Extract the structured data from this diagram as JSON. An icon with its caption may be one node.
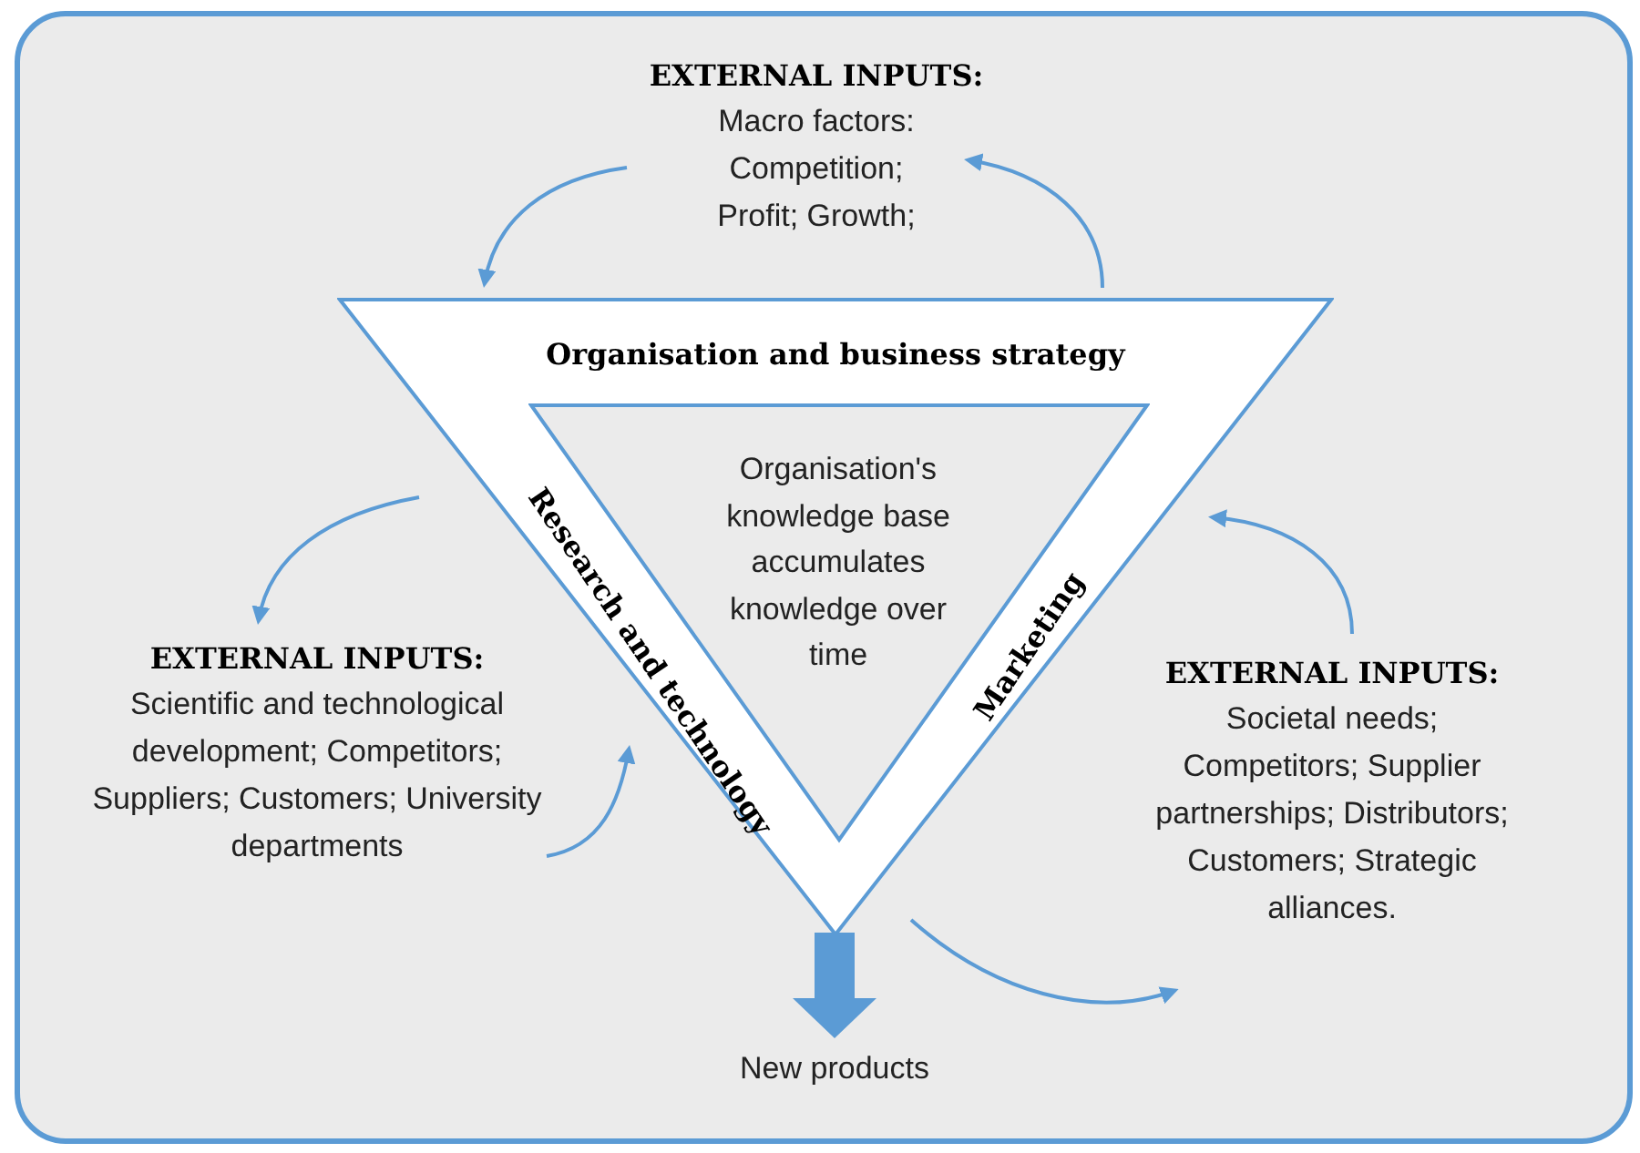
{
  "diagram": {
    "nodes": [
      {
        "text": [
          "Organisation and business strategy",
          "Research and technology",
          "Marketing"
        ]
      },
      {
        "text": [
          "Organisation's knowledge base accumulates knowledge over time"
        ],
        "in": 0
      },
      {
        "text": [
          "EXTERNAL INPUTS:",
          "Macro factors: Competition; Profit; Growth;"
        ]
      },
      {
        "text": [
          "EXTERNAL INPUTS:",
          "Scientific and technological development; Competitors; Suppliers; Customers; University departments"
        ]
      },
      {
        "text": [
          "EXTERNAL INPUTS:",
          "Societal needs; Competitors; Supplier partnerships; Distributors; Customers; Strategic alliances."
        ]
      },
      {
        "text": [
          "New products"
        ]
      }
    ],
    "edges": [
      {
        "from": 0,
        "to": 2,
        "arrow": "to"
      },
      {
        "from": 2,
        "to": 0,
        "arrow": "to"
      },
      {
        "from": 0,
        "to": 3,
        "arrow": "to"
      },
      {
        "from": 3,
        "to": 0,
        "arrow": "to"
      },
      {
        "from": 4,
        "to": 0,
        "arrow": "to"
      },
      {
        "from": 0,
        "to": 4,
        "arrow": "to"
      },
      {
        "from": 0,
        "to": 5,
        "arrow": "to",
        "style": "thick"
      }
    ]
  }
}
